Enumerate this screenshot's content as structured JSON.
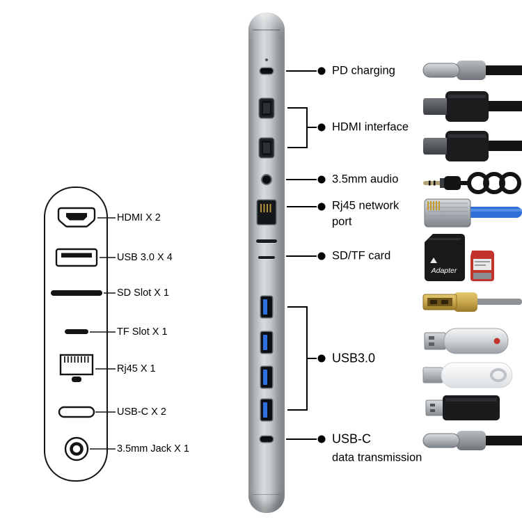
{
  "legend": {
    "items": [
      {
        "icon": "hdmi-port-icon",
        "label": "HDMI X 2"
      },
      {
        "icon": "usb-a-port-icon",
        "label": "USB 3.0 X 4"
      },
      {
        "icon": "sd-slot-icon",
        "label": "SD Slot X 1"
      },
      {
        "icon": "tf-slot-icon",
        "label": "TF Slot X 1"
      },
      {
        "icon": "rj45-port-icon",
        "label": "Rj45 X 1"
      },
      {
        "icon": "usb-c-port-icon",
        "label": "USB-C X 2"
      },
      {
        "icon": "audio-jack-icon",
        "label": "3.5mm Jack X 1"
      }
    ]
  },
  "callouts": [
    {
      "label": "PD charging"
    },
    {
      "label": "HDMI interface"
    },
    {
      "label": "3.5mm audio"
    },
    {
      "label_line1": "Rj45 network",
      "label_line2": "port"
    },
    {
      "label": "SD/TF card"
    },
    {
      "label": "USB3.0"
    },
    {
      "label": "USB-C",
      "sublabel": "data transmission"
    }
  ],
  "accessories": {
    "sd_adapter_label": "Adapter",
    "items": [
      "usb-c-cable",
      "hdmi-cable",
      "hdmi-cable",
      "aux-audio-cable",
      "rj45-ethernet-cable",
      "sd-and-microsd-card",
      "usb-a-cable",
      "silver-flash-drive",
      "white-flash-drive",
      "black-flash-drive",
      "usb-c-cable"
    ]
  },
  "colors": {
    "usb_port_blue": "#2f6fe0",
    "ethernet_cable_blue": "#2e6fd8",
    "microsd_red": "#c2332c",
    "usb_plug_gold": "#c9a84c",
    "callout_line": "#000000",
    "device_metal": "#b7bcc0"
  }
}
